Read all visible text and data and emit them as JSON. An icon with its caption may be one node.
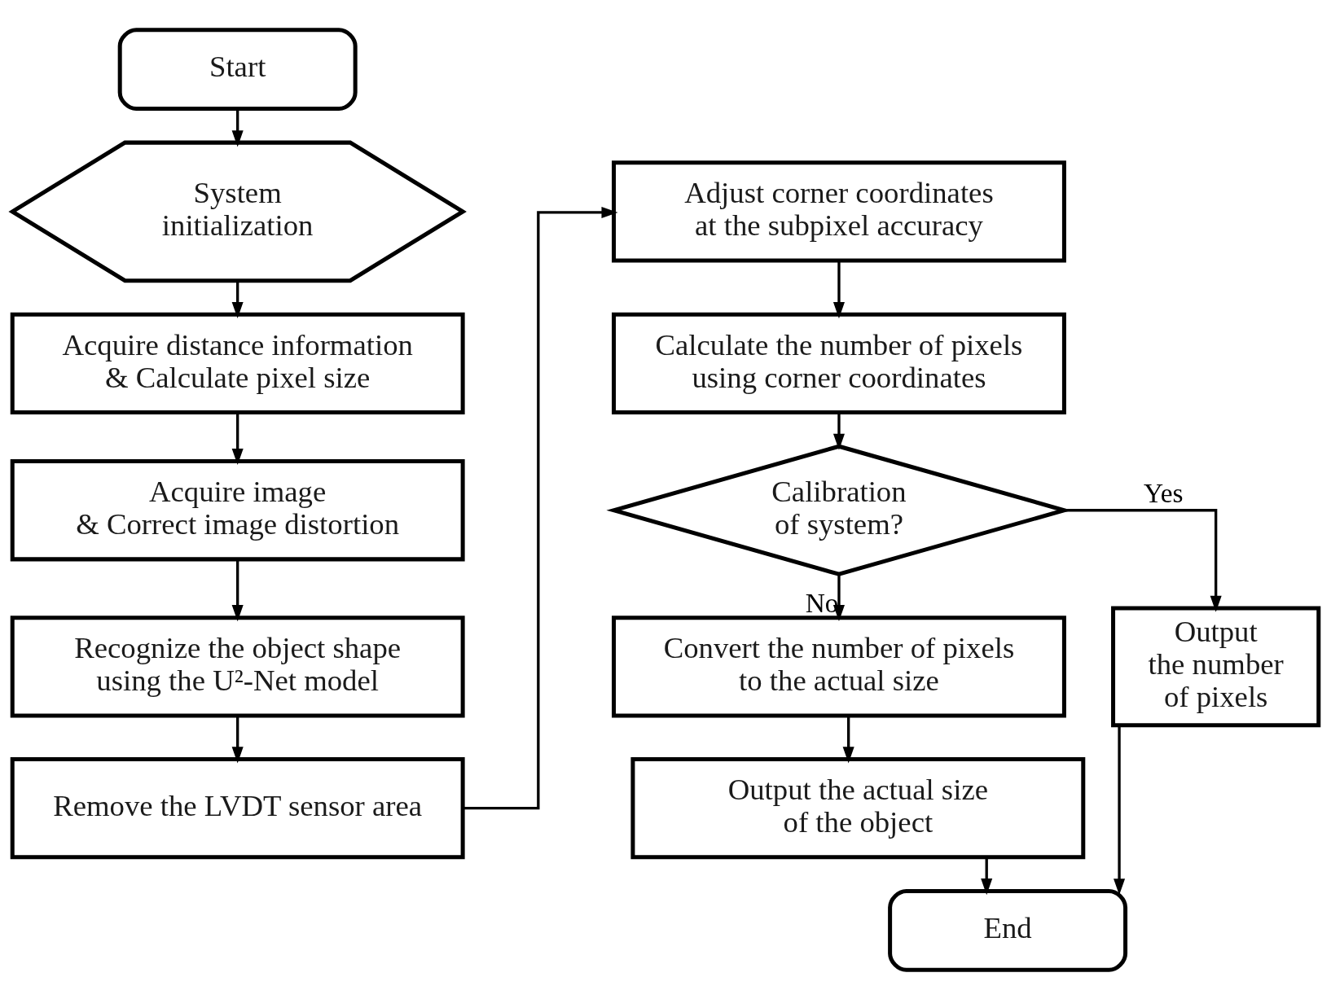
{
  "diagram": {
    "nodes": [
      {
        "text": [
          "Start"
        ]
      },
      {
        "text": [
          "System initialization"
        ]
      },
      {
        "text": [
          "Acquire distance information & Calculate pixel size"
        ]
      },
      {
        "text": [
          "Acquire image & Correct image distortion"
        ]
      },
      {
        "text": [
          "Recognize the object shape using the U²-Net model"
        ]
      },
      {
        "text": [
          "Remove the LVDT sensor area"
        ]
      },
      {
        "text": [
          "Adjust corner coordinates at the subpixel accuracy"
        ]
      },
      {
        "text": [
          "Calculate the number of pixels using corner coordinates"
        ]
      },
      {
        "text": [
          "Calibration of system?"
        ]
      },
      {
        "text": [
          "Convert the number of pixels to the actual size"
        ]
      },
      {
        "text": [
          "Output the number of pixels"
        ]
      },
      {
        "text": [
          "Output the actual size of the object"
        ]
      },
      {
        "text": [
          "End"
        ]
      }
    ],
    "edges": [
      {
        "from": 0,
        "to": 1,
        "arrow": "to"
      },
      {
        "from": 1,
        "to": 2,
        "arrow": "to"
      },
      {
        "from": 2,
        "to": 3,
        "arrow": "to"
      },
      {
        "from": 3,
        "to": 4,
        "arrow": "to"
      },
      {
        "from": 4,
        "to": 5,
        "arrow": "to"
      },
      {
        "from": 5,
        "to": 6,
        "arrow": "to"
      },
      {
        "from": 6,
        "to": 7,
        "arrow": "to"
      },
      {
        "from": 7,
        "to": 8,
        "arrow": "to"
      },
      {
        "from": 8,
        "to": 9,
        "label": "No",
        "arrow": "to"
      },
      {
        "from": 8,
        "to": 10,
        "label": "Yes",
        "arrow": "to"
      },
      {
        "from": 9,
        "to": 11,
        "arrow": "to"
      },
      {
        "from": 11,
        "to": 12,
        "arrow": "to"
      },
      {
        "from": 10,
        "to": 12,
        "arrow": "to"
      }
    ]
  }
}
